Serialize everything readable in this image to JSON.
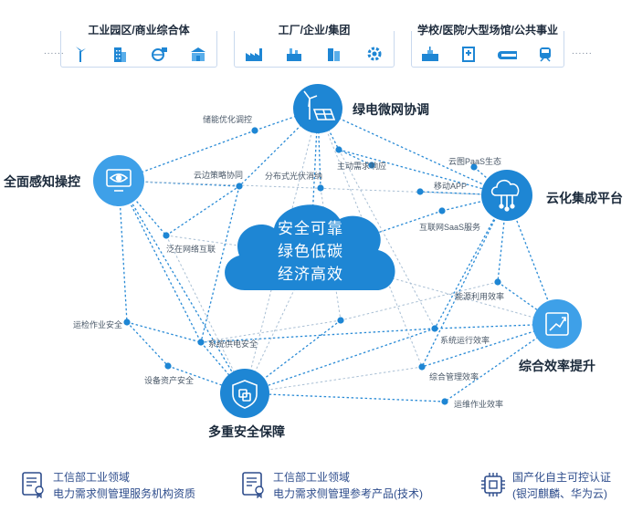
{
  "groups": [
    {
      "title": "工业园区/商业综合体"
    },
    {
      "title": "工厂/企业/集团"
    },
    {
      "title": "学校/医院/大型场馆/公共事业"
    }
  ],
  "side_dots": "......",
  "center": {
    "line1": "安全可靠",
    "line2": "绿色低碳",
    "line3": "经济高效"
  },
  "nodes": {
    "green_power": "绿电微网协调",
    "perception": "全面感知操控",
    "cloud_platform": "云化集成平台",
    "efficiency": "综合效率提升",
    "security": "多重安全保障"
  },
  "points": {
    "storage": "储能优化调控",
    "cloud_edge": "云边策略协同",
    "pv": "分布式光伏消纳",
    "demand": "主动需求响应",
    "paas": "云图PaaS生态",
    "mobile": "移动APP",
    "saas": "互联网SaaS服务",
    "iot": "泛在网络互联",
    "energy_eff": "能源利用效率",
    "ops_safe": "运检作业安全",
    "supply_safe": "系统供电安全",
    "sys_eff": "系统运行效率",
    "asset_safe": "设备资产安全",
    "mgmt_eff": "综合管理效率",
    "maint_eff": "运维作业效率"
  },
  "certs": [
    {
      "line1": "工信部工业领域",
      "line2": "电力需求侧管理服务机构资质"
    },
    {
      "line1": "工信部工业领域",
      "line2": "电力需求侧管理参考产品(技术)"
    },
    {
      "line1": "国产化自主可控认证",
      "line2": "(银河麒麟、华为云)"
    }
  ],
  "icons": {
    "group1": [
      "wind-turbine-icon",
      "office-building-icon",
      "globe-network-icon",
      "mall-icon"
    ],
    "group2": [
      "factory-icon",
      "plant-icon",
      "enterprise-building-icon",
      "gear-icon"
    ],
    "group3": [
      "school-icon",
      "hospital-icon",
      "stadium-icon",
      "train-icon"
    ],
    "nodes": [
      "wind-solar-icon",
      "monitor-eye-icon",
      "cloud-network-icon",
      "chart-trend-icon",
      "shield-icon"
    ],
    "certs": [
      "certificate-icon",
      "certificate-icon",
      "chip-icon"
    ]
  },
  "colors": {
    "primary": "#1e86d4",
    "node_light": "#3ea0e8",
    "line": "#2a8bd6",
    "line_light": "#a9bfd4",
    "cert_text": "#2e4d8c"
  }
}
